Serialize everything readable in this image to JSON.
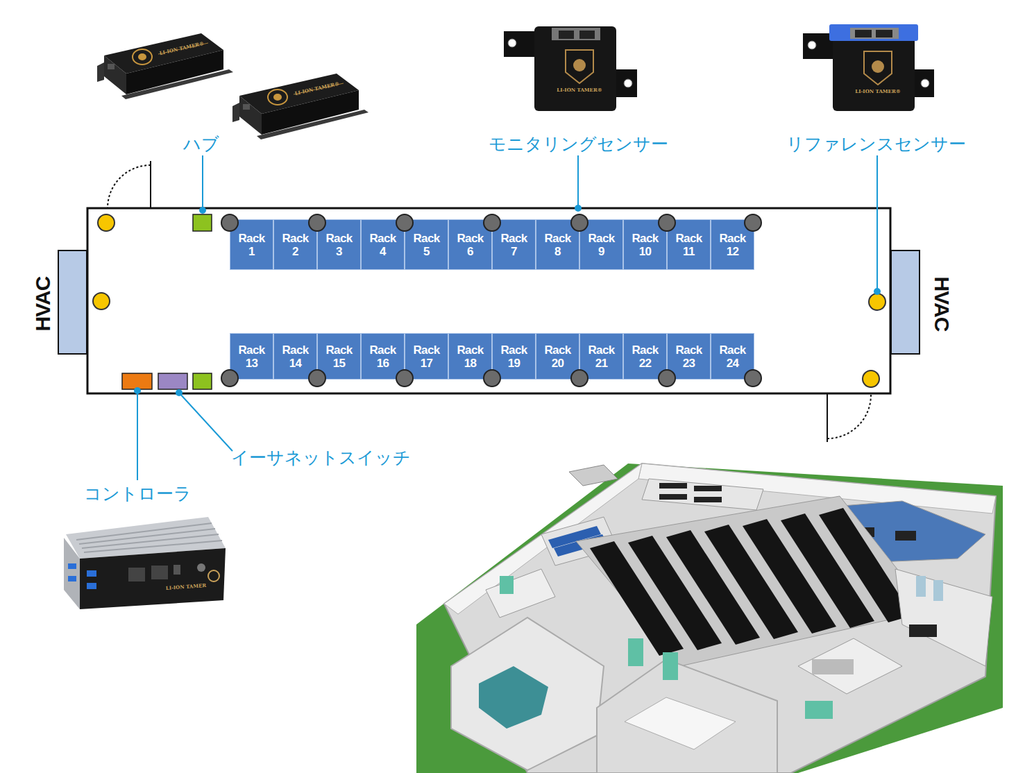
{
  "diagram": {
    "nodes": [
      {
        "text": [
          "Rack 1"
        ]
      },
      {
        "text": [
          "Rack 2"
        ]
      },
      {
        "text": [
          "Rack 3"
        ]
      },
      {
        "text": [
          "Rack 4"
        ]
      },
      {
        "text": [
          "Rack 5"
        ]
      },
      {
        "text": [
          "Rack 6"
        ]
      },
      {
        "text": [
          "Rack 7"
        ]
      },
      {
        "text": [
          "Rack 8"
        ]
      },
      {
        "text": [
          "Rack 9"
        ]
      },
      {
        "text": [
          "Rack 10"
        ]
      },
      {
        "text": [
          "Rack 11"
        ]
      },
      {
        "text": [
          "Rack 12"
        ]
      },
      {
        "text": [
          "HVAC"
        ]
      },
      {
        "text": [
          "HVAC"
        ]
      },
      {
        "text": [
          "Rack 13"
        ]
      },
      {
        "text": [
          "Rack 14"
        ]
      },
      {
        "text": [
          "Rack 15"
        ]
      },
      {
        "text": [
          "Rack 16"
        ]
      },
      {
        "text": [
          "Rack 17"
        ]
      },
      {
        "text": [
          "Rack 18"
        ]
      },
      {
        "text": [
          "Rack 19"
        ]
      },
      {
        "text": [
          "Rack 20"
        ]
      },
      {
        "text": [
          "Rack 21"
        ]
      },
      {
        "text": [
          "Rack 22"
        ]
      },
      {
        "text": [
          "Rack 23"
        ]
      },
      {
        "text": [
          "Rack 24"
        ]
      }
    ],
    "labels": [
      "LI-ION TAMER®",
      "LI-ION TAMER®",
      "LI-ION TAMER®",
      "LI-ION TAMER®",
      "ハブ",
      "モニタリングセンサー",
      "リファレンスセンサー",
      "イーサネットスイッチ",
      "コントローラ",
      "LI-ION TAMER"
    ]
  }
}
